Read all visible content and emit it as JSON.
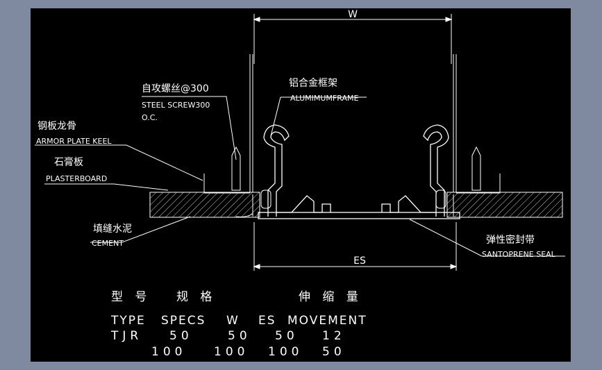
{
  "drawing": {
    "dimensions": {
      "width_label": "W",
      "es_label": "ES"
    },
    "labels": {
      "screw_cn": "自攻螺丝@300",
      "screw_en_1": "STEEL SCREW300",
      "screw_en_2": "O.C.",
      "frame_cn": "铝合金框架",
      "frame_en": "ALUMIMUMFRAME",
      "keel_cn": "钢板龙骨",
      "keel_en": "ARMOR PLATE KEEL",
      "board_cn": "石膏板",
      "board_en": "PLASTERBOARD",
      "cement_cn": "填缝水泥",
      "cement_en": "CEMENT",
      "seal_cn": "弹性密封带",
      "seal_en": "SANTOPRENE SEAL"
    },
    "table": {
      "header_cn": {
        "type": "型 号",
        "specs": "规 格",
        "movement": "伸 缩 量"
      },
      "header_en": {
        "type": "TYPE",
        "specs": "SPECS",
        "w": "W",
        "es": "ES",
        "movement": "MOVEMENT"
      },
      "rows": [
        {
          "type": "TJR",
          "specs": "50",
          "w": "50",
          "es": "50",
          "movement": "12"
        },
        {
          "type": "",
          "specs": "100",
          "w": "100",
          "es": "100",
          "movement": "50"
        }
      ]
    }
  }
}
